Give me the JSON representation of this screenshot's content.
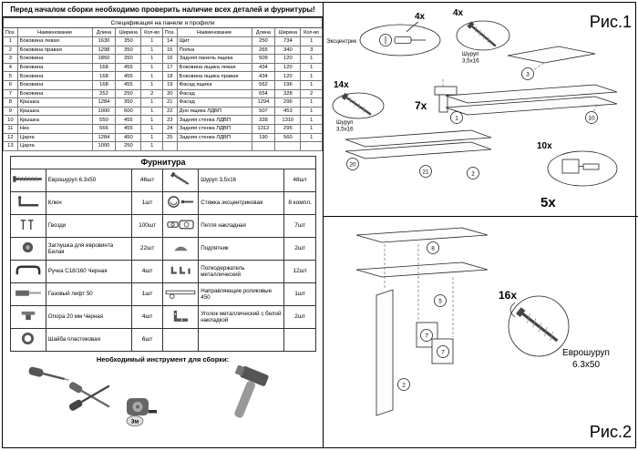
{
  "page": {
    "title": "Перед началом сборки необходимо проверить наличие всех деталей и фурнитуры!"
  },
  "spec_table": {
    "title": "Спецификация на панели и профили",
    "headers": [
      "Поз.",
      "Наименование",
      "Длина",
      "Ширина",
      "Кол-во",
      "Поз.",
      "Наименование",
      "Длина",
      "Ширина",
      "Кол-во"
    ],
    "left_rows": [
      [
        "1",
        "Боковина левая",
        "1630",
        "350",
        "1"
      ],
      [
        "2",
        "Боковина правая",
        "1298",
        "350",
        "1"
      ],
      [
        "3",
        "Боковина",
        "1850",
        "350",
        "1"
      ],
      [
        "4",
        "Боковина",
        "168",
        "455",
        "1"
      ],
      [
        "5",
        "Боковина",
        "168",
        "455",
        "1"
      ],
      [
        "6",
        "Боковина",
        "168",
        "455",
        "1"
      ],
      [
        "7",
        "Боковина",
        "252",
        "250",
        "2"
      ],
      [
        "8",
        "Крышка",
        "1284",
        "350",
        "1"
      ],
      [
        "9",
        "Крышка",
        "1000",
        "600",
        "1"
      ],
      [
        "10",
        "Крышка",
        "550",
        "455",
        "1"
      ],
      [
        "11",
        "Низ",
        "566",
        "455",
        "1"
      ],
      [
        "12",
        "Царга",
        "1284",
        "450",
        "1"
      ],
      [
        "13",
        "Царга",
        "1000",
        "250",
        "1"
      ]
    ],
    "right_rows": [
      [
        "14",
        "Щит",
        "250",
        "734",
        "1"
      ],
      [
        "15",
        "Полка",
        "265",
        "340",
        "3"
      ],
      [
        "16",
        "Задняя панель ящика",
        "509",
        "120",
        "1"
      ],
      [
        "17",
        "Боковина ящика левая",
        "434",
        "120",
        "1"
      ],
      [
        "18",
        "Боковина ящика правая",
        "434",
        "120",
        "1"
      ],
      [
        "19",
        "Фасад ящика",
        "562",
        "196",
        "1"
      ],
      [
        "20",
        "Фасад",
        "654",
        "328",
        "2"
      ],
      [
        "21",
        "Фасад",
        "1294",
        "296",
        "1"
      ],
      [
        "22",
        "Дно ящика ЛДВП",
        "507",
        "453",
        "1"
      ],
      [
        "23",
        "Задняя стенка ЛДВП",
        "328",
        "1310",
        "1"
      ],
      [
        "24",
        "Задняя стенка ЛДВП",
        "1312",
        "295",
        "1"
      ],
      [
        "25",
        "Задняя стенка ЛДВП",
        "190",
        "560",
        "1"
      ]
    ]
  },
  "hardware": {
    "title": "Фурнитура",
    "left_items": [
      {
        "icon": "euro-screw",
        "name": "Еврошуруп 6.3x50",
        "qty": "46шт"
      },
      {
        "icon": "key",
        "name": "Ключ",
        "qty": "1шт"
      },
      {
        "icon": "nails",
        "name": "Гвозди",
        "qty": "100шт"
      },
      {
        "icon": "plug-cap",
        "name": "Заглушка для евровинта Белая",
        "qty": "22шт"
      },
      {
        "icon": "handle",
        "name": "Ручка С18/160 Черная",
        "qty": "4шт"
      },
      {
        "icon": "gas-lift",
        "name": "Газовый лифт 50",
        "qty": "1шт"
      },
      {
        "icon": "support",
        "name": "Опора 20 мм Черная",
        "qty": "4шт"
      },
      {
        "icon": "washer",
        "name": "Шайба пластиковая",
        "qty": "6шт"
      }
    ],
    "right_items": [
      {
        "icon": "small-screw",
        "name": "Шуруп 3,5x16",
        "qty": "48шт"
      },
      {
        "icon": "cam-lock",
        "name": "Стяжка эксцентриковая",
        "qty": "8 компл."
      },
      {
        "icon": "hinge",
        "name": "Петля накладная",
        "qty": "7шт"
      },
      {
        "icon": "glide",
        "name": "Подпятник",
        "qty": "2шт"
      },
      {
        "icon": "shelf-pin",
        "name": "Полкодержатель металлический",
        "qty": "12шт"
      },
      {
        "icon": "drawer-slide",
        "name": "Направляющие роликовые 450",
        "qty": "1шт"
      },
      {
        "icon": "corner-bracket",
        "name": "Уголок металлический с белой накладкой",
        "qty": "2шт"
      }
    ]
  },
  "tools": {
    "title": "Необходимый инструмент для сборки:",
    "tape_label": "3м"
  },
  "fig1": {
    "label": "Рис.1",
    "cam_qty": "4x",
    "cam_name": "Эксцентрик",
    "screw_top_qty": "4x",
    "screw_top_name1": "Шуруп",
    "screw_top_name2": "3,5x16",
    "screw_left_qty": "14x",
    "screw_left_name1": "Шуруп",
    "screw_left_name2": "3,5x16",
    "qty7": "7x",
    "qty10": "10x",
    "qty5": "5x",
    "parts": [
      "1",
      "2",
      "3",
      "10",
      "20",
      "21"
    ]
  },
  "fig2": {
    "label": "Рис.2",
    "qty16": "16x",
    "screw_name1": "Еврошуруп",
    "screw_name2": "6.3x50",
    "parts": [
      "8",
      "5",
      "7",
      "7",
      "2"
    ]
  }
}
